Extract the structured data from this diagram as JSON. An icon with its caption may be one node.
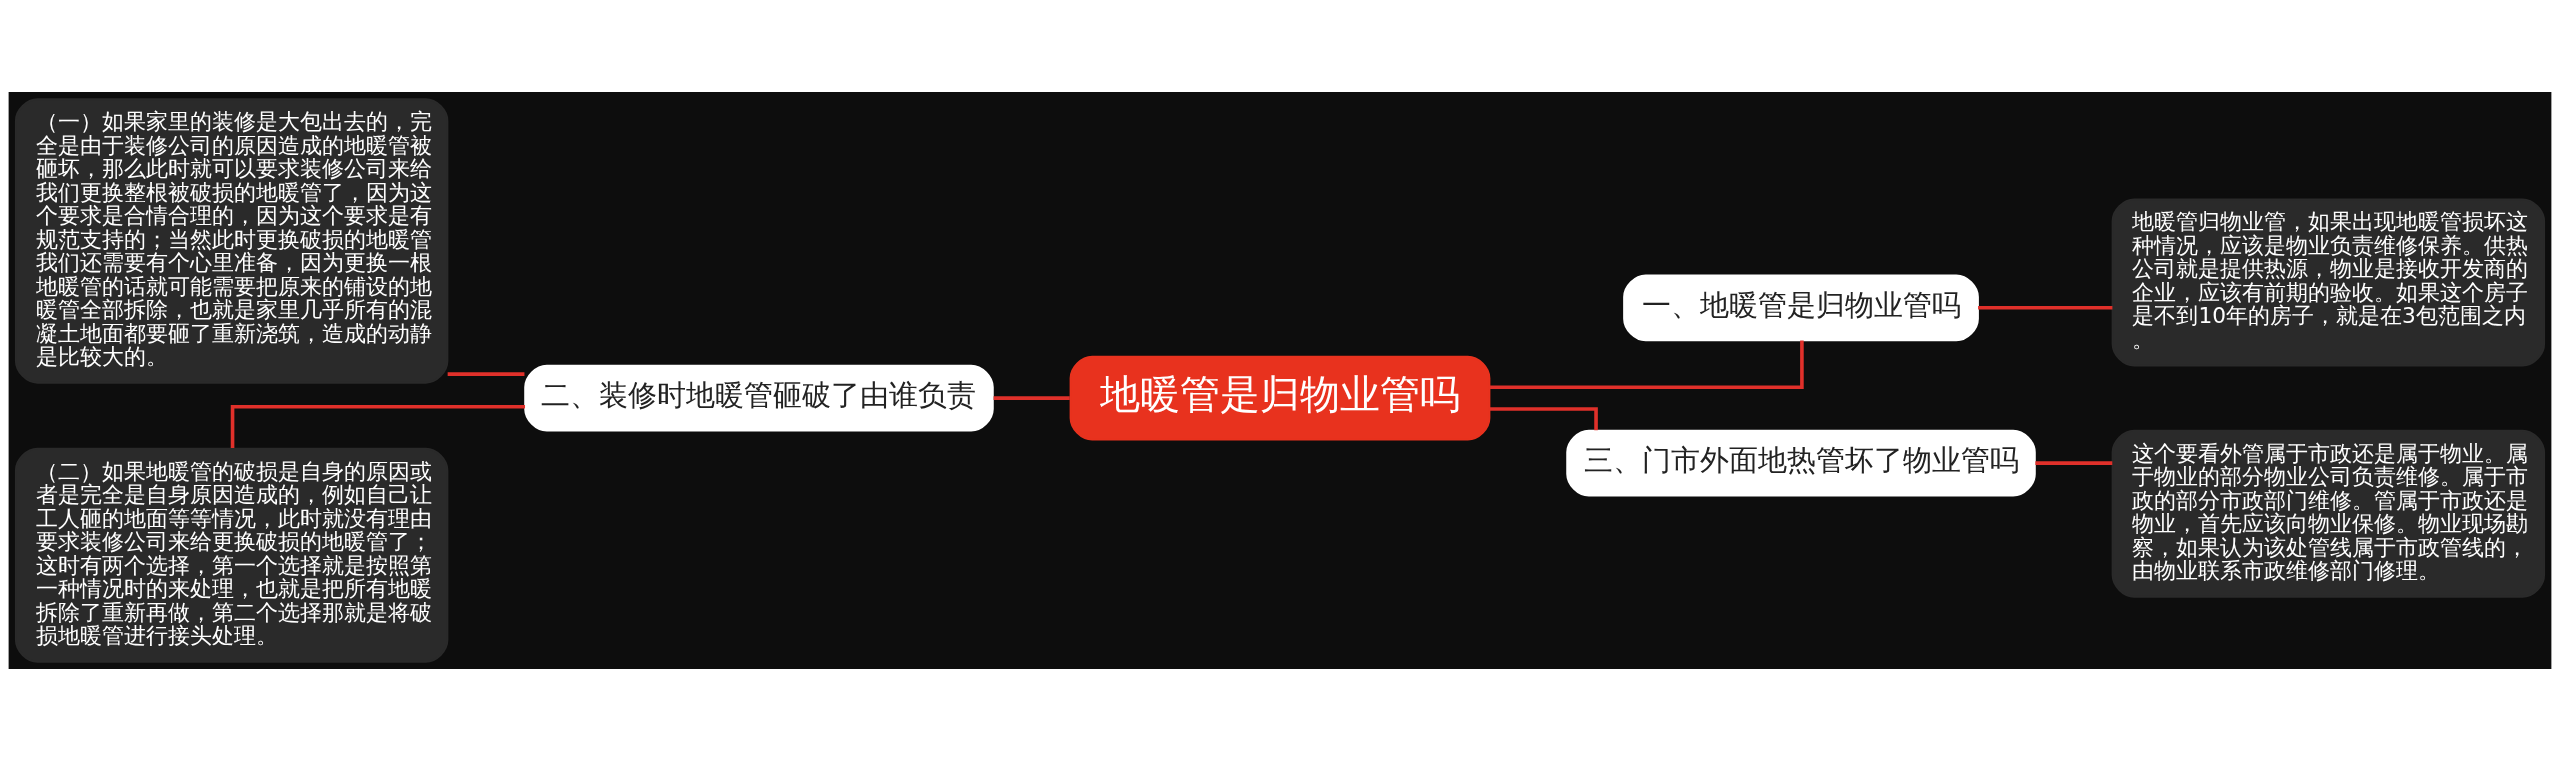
{
  "diagram": {
    "nodes": [
      {
        "text": [
          "地暖管是归物业管吗"
        ]
      },
      {
        "text": [
          "一、地暖管是归物业管吗"
        ]
      },
      {
        "text": [
          "三、门市外面地热管坏了物业管吗"
        ]
      },
      {
        "text": [
          "二、装修时地暖管砸破了由谁负责"
        ]
      },
      {
        "text": [
          "地暖管归物业管，如果出现地暖管损坏这种情况，应该是物业负责维修保养。供热公司就是提供热源，物业是接收开发商的企业，应该有前期的验收。如果这个房子是不到10年的房子，就是在3包范围之内。"
        ]
      },
      {
        "text": [
          "这个要看外管属于市政还是属于物业。属于物业的部分物业公司负责维修。属于市政的部分市政部门维修。管属于市政还是物业，首先应该向物业保修。物业现场勘察，如果认为该处管线属于市政管线的，由物业联系市政维修部门修理。"
        ]
      },
      {
        "text": [
          "（一）如果家里的装修是大包出去的，完全是由于装修公司的原因造成的地暖管被砸坏，那么此时就可以要求装修公司来给我们更换整根被破损的地暖管了，因为这个要求是合情合理的，因为这个要求是有规范支持的；当然此时更换破损的地暖管我们还需要有个心里准备，因为更换一根地暖管的话就可能需要把原来的铺设的地暖管全部拆除，也就是家里几乎所有的混凝土地面都要砸了重新浇筑，造成的动静是比较大的。"
        ]
      },
      {
        "text": [
          "（二）如果地暖管的破损是自身的原因或者是完全是自身原因造成的，例如自己让工人砸的地面等等情况，此时就没有理由要求装修公司来给更换破损的地暖管了；这时有两个选择，第一个选择就是按照第一种情况时的来处理，也就是把所有地暖拆除了重新再做，第二个选择那就是将破损地暖管进行接头处理。"
        ]
      }
    ],
    "edges": [
      {
        "from": 0,
        "to": 1,
        "arrow": "none"
      },
      {
        "from": 0,
        "to": 2,
        "arrow": "none"
      },
      {
        "from": 0,
        "to": 3,
        "arrow": "none"
      },
      {
        "from": 1,
        "to": 4,
        "arrow": "none"
      },
      {
        "from": 2,
        "to": 5,
        "arrow": "none"
      },
      {
        "from": 3,
        "to": 6,
        "arrow": "none"
      },
      {
        "from": 3,
        "to": 7,
        "arrow": "none"
      }
    ]
  }
}
